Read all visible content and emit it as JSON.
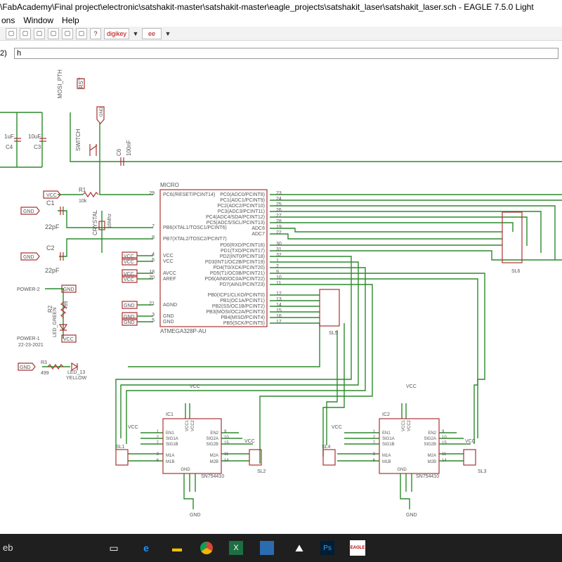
{
  "window": {
    "title": "\\FabAcademy\\Final project\\electronic\\satshakit-master\\satshakit-master\\eagle_projects\\satshakit_laser\\satshakit_laser.sch - EAGLE 7.5.0 Light"
  },
  "menu": [
    "ons",
    "Window",
    "Help"
  ],
  "toolbar": {
    "help_label": "?",
    "logo1": "digikey",
    "logo2": "ee"
  },
  "command": {
    "coord": "2)",
    "value": "h"
  },
  "schematic": {
    "labels": {
      "mosi_pth": "MOSI_PTH",
      "rst": "RST",
      "gnd": "GND",
      "switch": "SWITCH",
      "c6": "C6",
      "c6_val": "100nF",
      "c4": "C4",
      "c4_val": "1uF",
      "c3": "C3",
      "c3_val": "10uF",
      "vcc": "VCC",
      "r1": "R1",
      "r1_val": "10k",
      "c1": "C1",
      "c1_val": "22pF",
      "c2": "C2",
      "c2_val": "22pF",
      "crystal": "CRYSTAL",
      "crystal_val": "16Mhz",
      "micro": "MICRO",
      "chip": "ATMEGA328P-AU",
      "power2": "POWER-2",
      "power1": "POWER-1",
      "power1_val": "22-23-2021",
      "r2": "R2",
      "r2_val": "499",
      "led_green": "LED_GREEN",
      "r3": "R3",
      "r3_val": "499",
      "led13": "LED_13",
      "yellow": "YELLOW",
      "sl5": "SL5",
      "sl6": "SL6",
      "ic1": "IC1",
      "ic2": "IC2",
      "sn1": "SN754410",
      "sn2": "SN754410",
      "sl1": "SL1",
      "sl2": "SL2",
      "sl3": "SL3",
      "sl4": "SL4"
    },
    "left_pins": [
      {
        "num": "29",
        "name": "PC6(/RESET/PCINT14)"
      },
      {
        "num": "7",
        "name": "PB6(XTAL1/TOSC1/PCINT6)"
      },
      {
        "num": "8",
        "name": "PB7(XTAL2/TOSC2/PCINT7)"
      },
      {
        "num": "4",
        "name": "VCC"
      },
      {
        "num": "6",
        "name": "VCC"
      },
      {
        "num": "18",
        "name": "AVCC"
      },
      {
        "num": "20",
        "name": "AREF"
      },
      {
        "num": "21",
        "name": "AGND"
      },
      {
        "num": "3",
        "name": "GND"
      },
      {
        "num": "5",
        "name": "GND"
      }
    ],
    "right_pins": [
      {
        "num": "23",
        "name": "PC0(ADC0/PCINT8)"
      },
      {
        "num": "24",
        "name": "PC1(ADC1/PCINT9)"
      },
      {
        "num": "25",
        "name": "PC2(ADC2/PCINT10)"
      },
      {
        "num": "26",
        "name": "PC3(ADC3/PCINT11)"
      },
      {
        "num": "27",
        "name": "PC4(ADC4/SDA/PCINT12)"
      },
      {
        "num": "28",
        "name": "PC5(ADC5/SCL/PCINT13)"
      },
      {
        "num": "19",
        "name": "ADC6"
      },
      {
        "num": "22",
        "name": "ADC7"
      },
      {
        "num": "30",
        "name": "PD0(RXD/PCINT16)"
      },
      {
        "num": "31",
        "name": "PD1(TXD/PCINT17)"
      },
      {
        "num": "32",
        "name": "PD2(INT0/PCINT18)"
      },
      {
        "num": "1",
        "name": "PD3(INT1/OC2B/PCINT19)"
      },
      {
        "num": "2",
        "name": "PD4(T0/XCK/PCINT20)"
      },
      {
        "num": "9",
        "name": "PD5(T1/OC0B/PCINT21)"
      },
      {
        "num": "10",
        "name": "PD6(AIN0/OC0A/PCINT22)"
      },
      {
        "num": "11",
        "name": "PD7(AIN1/PCINT23)"
      },
      {
        "num": "12",
        "name": "PB0(ICP1/CLKO/PCINT0)"
      },
      {
        "num": "13",
        "name": "PB1(OC1A/PCINT1)"
      },
      {
        "num": "14",
        "name": "PB2(SS/OC1B/PCINT2)"
      },
      {
        "num": "15",
        "name": "PB3(MOSI/OC2A/PCINT3)"
      },
      {
        "num": "16",
        "name": "PB4(MISO/PCINT4)"
      },
      {
        "num": "17",
        "name": "PB5(SCK/PCINT5)"
      }
    ],
    "driver_pins": {
      "left": [
        "EN1",
        "SIG1A",
        "SIG1B",
        "M1A",
        "M1B"
      ],
      "right": [
        "EN2",
        "SIG2A",
        "SIG2B",
        "M2A",
        "M2B"
      ],
      "top": [
        "VCC1",
        "VCC2"
      ],
      "bottom": "GND"
    },
    "driver_pin_nums": {
      "left": [
        "1",
        "2",
        "7",
        "3",
        "6"
      ],
      "right": [
        "9",
        "10",
        "15",
        "11",
        "14"
      ],
      "top": [
        "16",
        "8"
      ]
    }
  },
  "colors": {
    "wire": "#2b8a2b",
    "symbol": "#a33",
    "text": "#555",
    "taskbar": "#1f1f1f"
  },
  "taskbar": {
    "left_text": "eb",
    "icons": [
      "task-view-icon",
      "edge-icon",
      "file-explorer-icon",
      "chrome-icon",
      "excel-icon",
      "app-icon",
      "photos-icon",
      "photoshop-icon",
      "eagle-icon"
    ],
    "eagle_label": "EAGLE",
    "ps_label": "Ps"
  }
}
